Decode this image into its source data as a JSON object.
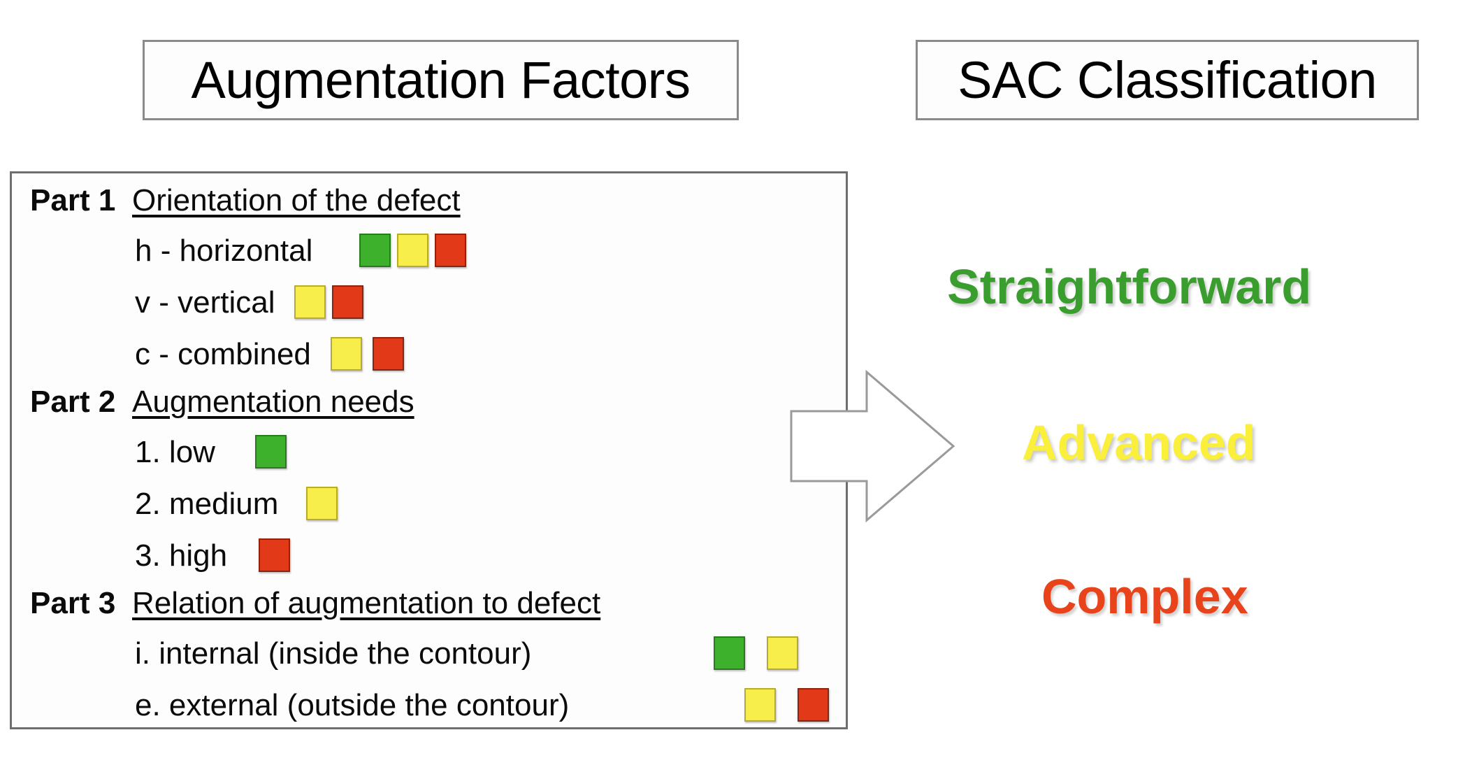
{
  "headers": {
    "left": "Augmentation Factors",
    "right": "SAC Classification"
  },
  "colors": {
    "green": "#3DB02C",
    "yellow": "#F8EE4B",
    "red": "#E23A18",
    "straightforward_text": "#3A9E2E",
    "advanced_text": "#FAF03C",
    "complex_text": "#E8431A",
    "box_border": "#6E6E6E"
  },
  "factors": {
    "parts": [
      {
        "label": "Part 1",
        "title": "Orientation of the defect",
        "options": [
          {
            "text": "h - horizontal",
            "swatches": [
              "green",
              "yellow",
              "red"
            ]
          },
          {
            "text": "v - vertical",
            "swatches": [
              "yellow",
              "red"
            ]
          },
          {
            "text": "c - combined",
            "swatches": [
              "yellow",
              "red"
            ]
          }
        ]
      },
      {
        "label": "Part 2",
        "title": "Augmentation needs",
        "options": [
          {
            "text": "1. low",
            "swatches": [
              "green"
            ]
          },
          {
            "text": "2. medium",
            "swatches": [
              "yellow"
            ]
          },
          {
            "text": "3. high",
            "swatches": [
              "red"
            ]
          }
        ]
      },
      {
        "label": "Part 3",
        "title": "Relation of augmentation to defect",
        "options": [
          {
            "text": "i. internal (inside the contour)",
            "swatches": [
              "green",
              "yellow"
            ]
          },
          {
            "text": "e. external (outside the contour)",
            "swatches": [
              "yellow",
              "red"
            ]
          }
        ]
      }
    ]
  },
  "classification": {
    "items": [
      {
        "label": "Straightforward",
        "color": "#3A9E2E"
      },
      {
        "label": "Advanced",
        "color": "#FAF03C"
      },
      {
        "label": "Complex",
        "color": "#E8431A"
      }
    ]
  }
}
